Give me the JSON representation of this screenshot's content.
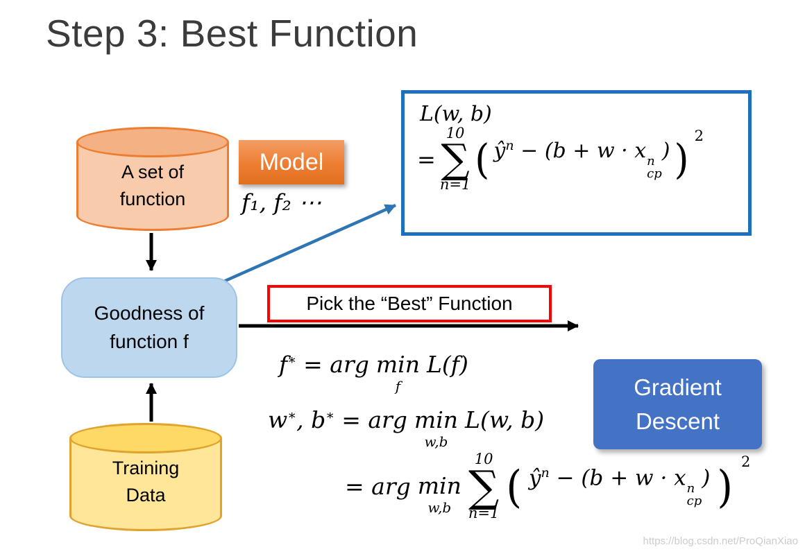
{
  "title": "Step 3: Best Function",
  "watermark": "https://blog.csdn.net/ProQianXiao",
  "diagram": {
    "set_of_function": {
      "line1": "A set of",
      "line2": "function"
    },
    "model_label": "Model",
    "function_series": "f₁, f₂ ⋯",
    "goodness": {
      "line1": "Goodness of",
      "line2": "function f"
    },
    "training_data": {
      "line1": "Training",
      "line2": "Data"
    },
    "pick_best_label": "Pick the “Best” Function",
    "gradient_descent": {
      "line1": "Gradient",
      "line2": "Descent"
    }
  },
  "math": {
    "loss_lhs": "L(w, b)",
    "eq": "=",
    "sum": {
      "upper": "10",
      "sigma": "∑",
      "lower": "n=1"
    },
    "expr": {
      "big_open": "(",
      "yhat": "ŷ",
      "yhat_sup": "n",
      "minus": "−",
      "inner_open": "(",
      "inner_body": "b + w · x",
      "x_sup": "n",
      "x_sub": "cp",
      "inner_close": ")",
      "big_close": ")",
      "square": "2"
    },
    "fstar": {
      "lhs": "f",
      "star": "∗",
      "eq_arg": "= arg",
      "min": "min",
      "under": "f",
      "rhs": "L(f)"
    },
    "wbstar": {
      "w": "w",
      "star1": "∗",
      "comma_b": ", b",
      "star2": "∗",
      "eq_arg": "= arg",
      "min": "min",
      "under": "w,b",
      "rhs": "L(w, b)"
    },
    "final": {
      "eq_arg": "= arg",
      "min": "min",
      "under": "w,b"
    }
  },
  "colors": {
    "title_text": "#3B3B3B",
    "accent_blue_arrow": "#2E75B6",
    "formula_box_border": "#1F6FBF",
    "goodness_fill": "#BDD7EE",
    "goodness_border": "#9DC3E6",
    "model_orange": "#ED7D31",
    "gradient_blue": "#4472C4",
    "pick_red": "#FF0000",
    "cyl_orange_fill": "#F8CBAD",
    "cyl_orange_top": "#F4B183",
    "cyl_orange_border": "#ED7D31",
    "cyl_yellow_fill": "#FFE699",
    "cyl_yellow_top": "#FFD966",
    "cyl_yellow_border": "#DFA32E",
    "arrow_black": "#000000",
    "watermark_gray": "#C9CDD1"
  }
}
